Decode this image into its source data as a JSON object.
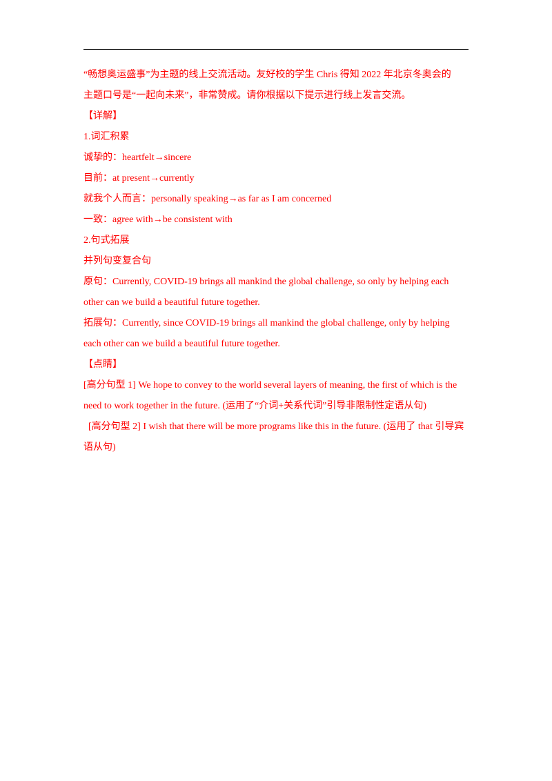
{
  "document": {
    "lines": [
      "“畅想奥运盛事”为主题的线上交流活动。友好校的学生 Chris 得知 2022 年北京冬奥会的",
      "主题口号是“一起向未来”，非常赞成。请你根据以下提示进行线上发言交流。",
      "【详解】",
      "1.词汇积累",
      "诚挚的：heartfelt→sincere",
      "目前：at present→currently",
      "就我个人而言：personally speaking→as far as I am concerned",
      "一致：agree with→be consistent with",
      "2.句式拓展",
      "并列句变复合句",
      "原句：Currently, COVID-19 brings all mankind the global challenge, so only by helping each",
      "other can we build a beautiful future together.",
      "拓展句：Currently, since COVID-19 brings all mankind the global challenge, only by helping",
      "each other can we build a beautiful future together.",
      "【点睛】",
      "[高分句型 1] We hope to convey to the world several layers of meaning, the first of which is the",
      "need to work together in the future. (运用了“介词+关系代词”引导非限制性定语从句)",
      " [高分句型 2] I wish that there will be more programs like this in the future. (运用了 that 引导宾",
      "语从句)"
    ]
  },
  "colors": {
    "text": "#ff0000",
    "rule": "#000000"
  }
}
